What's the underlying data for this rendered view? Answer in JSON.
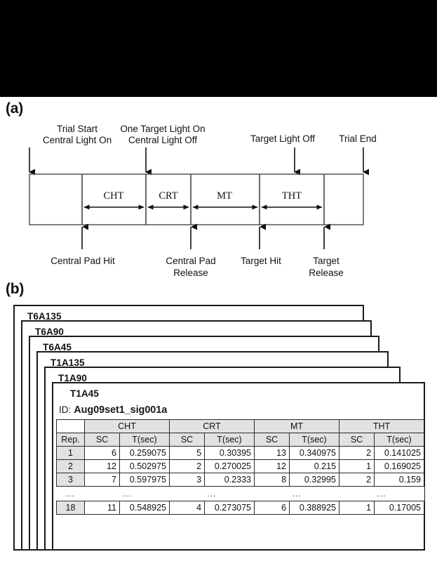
{
  "figure": {
    "panel_a_label": "(a)",
    "panel_b_label": "(b)"
  },
  "timeline": {
    "top_events": [
      {
        "id": "trial-start",
        "lines": [
          "Trial Start",
          "Central Light On"
        ]
      },
      {
        "id": "target-light-on",
        "lines": [
          "One Target Light On",
          "Central Light Off"
        ]
      },
      {
        "id": "target-light-off",
        "lines": [
          "Target Light Off"
        ]
      },
      {
        "id": "trial-end",
        "lines": [
          "Trial End"
        ]
      }
    ],
    "intervals": [
      {
        "id": "cht",
        "label": "CHT"
      },
      {
        "id": "crt",
        "label": "CRT"
      },
      {
        "id": "mt",
        "label": "MT"
      },
      {
        "id": "tht",
        "label": "THT"
      }
    ],
    "bottom_events": [
      {
        "id": "central-pad-hit",
        "lines": [
          "Central Pad Hit"
        ]
      },
      {
        "id": "central-pad-release",
        "lines": [
          "Central Pad",
          "Release"
        ]
      },
      {
        "id": "target-hit",
        "lines": [
          "Target Hit"
        ]
      },
      {
        "id": "target-release",
        "lines": [
          "Target",
          "Release"
        ]
      }
    ]
  },
  "stack": {
    "cards": [
      {
        "title": "T6A135"
      },
      {
        "title": "T6A90"
      },
      {
        "title": "T6A45"
      },
      {
        "title": "T1A135"
      },
      {
        "title": "T1A90"
      },
      {
        "title": "T1A45"
      }
    ],
    "front_card": {
      "id_label": "ID:",
      "id_value": "Aug09set1_sig001a",
      "table": {
        "group_headers": [
          "CHT",
          "CRT",
          "MT",
          "THT"
        ],
        "rep_header": "Rep.",
        "sub_headers": [
          "SC",
          "T(sec)"
        ],
        "ellipsis": "...",
        "rows": [
          {
            "rep": "1",
            "cells": [
              "6",
              "0.259075",
              "5",
              "0.30395",
              "13",
              "0.340975",
              "2",
              "0.141025"
            ]
          },
          {
            "rep": "2",
            "cells": [
              "12",
              "0.502975",
              "2",
              "0.270025",
              "12",
              "0.215",
              "1",
              "0.169025"
            ]
          },
          {
            "rep": "3",
            "cells": [
              "7",
              "0.597975",
              "3",
              "0.2333",
              "8",
              "0.32995",
              "2",
              "0.159"
            ]
          }
        ],
        "last_row": {
          "rep": "18",
          "cells": [
            "11",
            "0.548925",
            "4",
            "0.273075",
            "6",
            "0.388925",
            "1",
            "0.17005"
          ]
        }
      }
    }
  },
  "colors": {
    "header_gray": "#e2e2e2",
    "border": "#2b2b2b",
    "black_bar": "#000000"
  }
}
